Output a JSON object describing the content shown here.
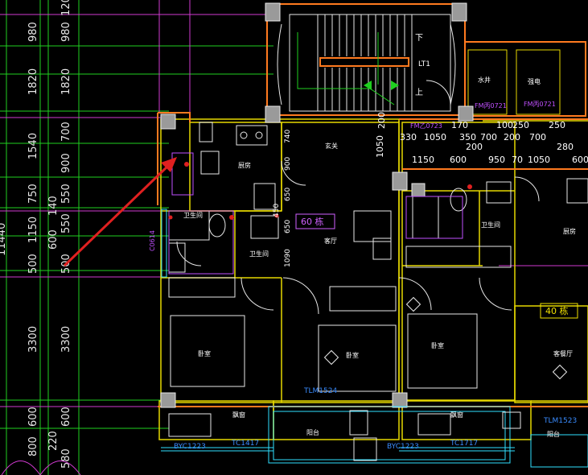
{
  "colors": {
    "background": "#000000",
    "grid_green": "#1fd01f",
    "wall_yellow": "#e6d800",
    "wall_orange": "#ff7a1f",
    "axis_magenta": "#d03ad0",
    "furniture_white": "#e8e8e8",
    "window_cyan": "#30e0ff",
    "arrow_red": "#e02020",
    "column_gray": "#9a9a9a",
    "text_blue": "#3a8cff"
  },
  "left_ruler": {
    "outer_labels": [
      "980",
      "1820",
      "1540",
      "750",
      "1150",
      "500",
      "3300",
      "600",
      "800"
    ],
    "inner_labels": [
      "980",
      "1820",
      "700",
      "900",
      "550",
      "550",
      "500",
      "3300",
      "600",
      "220"
    ],
    "small_labels": [
      "120",
      "140",
      "600",
      "580"
    ],
    "edge_label": "11440"
  },
  "top_dims": {
    "row1": [
      "170",
      "100",
      "250",
      "250"
    ],
    "row1_prefix": "FM乙0723",
    "row2": [
      "330",
      "1050",
      "350",
      "700",
      "200",
      "700"
    ],
    "row2b": [
      "200",
      "280"
    ],
    "row3": [
      "1150",
      "600",
      "950",
      "70",
      "1050",
      "600"
    ],
    "stair_dims": [
      "200",
      "1050"
    ],
    "kitchen_dims": [
      "740",
      "900",
      "650",
      "450",
      "650",
      "1090"
    ]
  },
  "rooms": {
    "stair_down": "下",
    "stair_up": "上",
    "elevator": "LT1",
    "water_shaft": "水井",
    "power_shaft": "强电",
    "door_water": "FM丙0721",
    "door_power": "FM丙0721",
    "entrance": "玄关",
    "kitchen": "厨房",
    "kitchen_right": "厨房",
    "bathroom_left": "卫生间",
    "bathroom_center": "卫生间",
    "bathroom_right": "卫生间",
    "living": "客厅",
    "living_right": "客餐厅",
    "bedroom_1": "卧室",
    "bedroom_2": "卧室",
    "bedroom_3": "卧室",
    "balcony_1": "阳台",
    "balcony_2": "阳台",
    "aircon_1": "飘窗",
    "aircon_2": "飘窗"
  },
  "tags": {
    "unit_60": "60 栋",
    "unit_40": "40 栋"
  },
  "openings": {
    "window_left_vert": "C0614",
    "door_tlm_1": "TLM1524",
    "door_tlm_2": "TLM1523",
    "bay_1": "BYC1223",
    "bay_2": "BYC1223",
    "tc_1": "TC1417",
    "tc_2": "TC1717"
  }
}
